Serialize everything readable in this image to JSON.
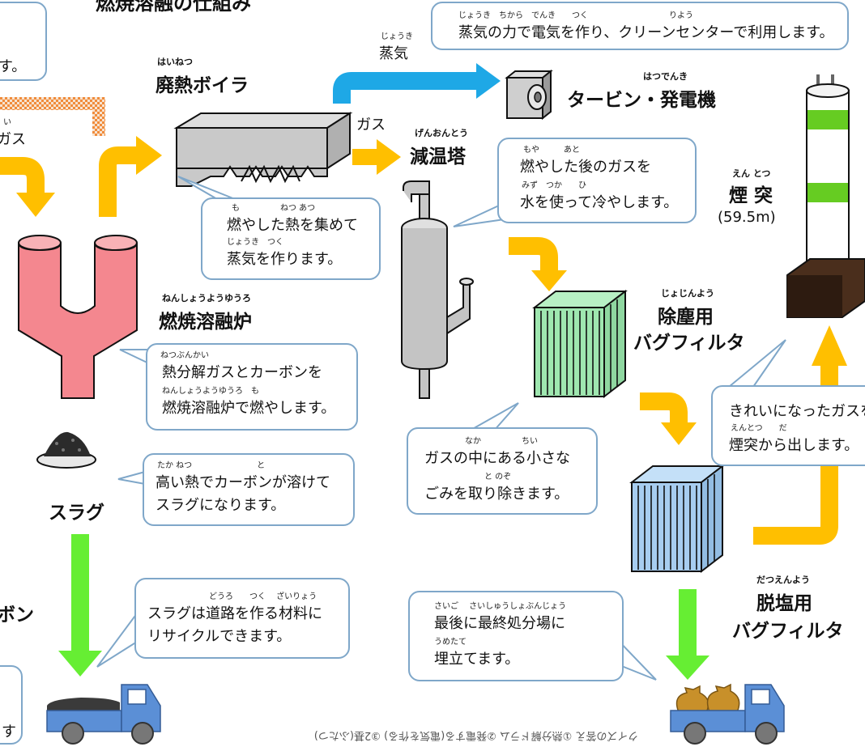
{
  "top_clip": {
    "heading_partial": "燃焼溶融の仕組み",
    "left_box_tail": "す。"
  },
  "left_edge": {
    "ruby": "い",
    "gas_tail": "ガス",
    "carbon_tail": "ボン",
    "bottom_tail": "す"
  },
  "steam": {
    "ruby": "じょうき",
    "label": "蒸気"
  },
  "gas_label": "ガス",
  "turbine_bubble": {
    "ruby": "じょうき　ちから　でんき　　つく　　　　　　　　　　りよう",
    "text": "蒸気の力で電気を作り、クリーンセンターで利用します。"
  },
  "boiler": {
    "ruby": "はいねつ",
    "title": "廃熱ボイラ"
  },
  "turbine": {
    "ruby": "はつでんき",
    "title": "タービン・発電機"
  },
  "cooling_tower": {
    "ruby": "げんおんとう",
    "title": "減温塔"
  },
  "chimney": {
    "ruby": "えん とつ",
    "title": "煙 突",
    "height": "(59.5m)"
  },
  "boiler_bubble": {
    "ruby1": "も　　　　　ねつ あつ",
    "line1": "燃やした熱を集めて",
    "ruby2": "じょうき　つく",
    "line2": "蒸気を作ります。"
  },
  "cooling_bubble": {
    "ruby1": "もや　　　あと",
    "line1": "燃やした後のガスを",
    "ruby2": "みず　つか　　ひ",
    "line2": "水を使って冷やします。"
  },
  "furnace": {
    "ruby": "ねんしょうようゆうろ",
    "title": "燃焼溶融炉"
  },
  "furnace_bubble": {
    "ruby1": "ねつぶんかい",
    "line1": "熱分解ガスとカーボンを",
    "ruby2": "ねんしょうようゆうろ　も",
    "line2": "燃焼溶融炉で燃やします。"
  },
  "dust_filter": {
    "ruby": "じょじんよう",
    "title1": "除塵用",
    "title2": "バグフィルタ"
  },
  "salt_filter": {
    "ruby": "だつえんよう",
    "title1": "脱塩用",
    "title2": "バグフィルタ"
  },
  "clean_gas_bubble": {
    "line1": "きれいになったガスを",
    "ruby2": "えんとつ　　だ",
    "line2": "煙突から出します。"
  },
  "dust_bubble": {
    "ruby1": "なか　　　　　ちい",
    "line1": "ガスの中にある小さな",
    "ruby2": "と のぞ",
    "line2": "ごみを取り除きます。"
  },
  "slag": {
    "title": "スラグ"
  },
  "slag_bubble": {
    "ruby1": "たか ねつ　　　　　　　　と",
    "line1": "高い熱でカーボンが溶けて",
    "line2": "スラグになります。"
  },
  "recycle_bubble": {
    "ruby1": "どうろ　　つく　 ざいりょう",
    "line1": "スラグは道路を作る材料に",
    "line2": "リサイクルできます。"
  },
  "landfill_bubble": {
    "ruby1": "さいご　 さいしゅうしょぶんじょう",
    "line1": "最後に最終処分場に",
    "ruby2": "うめたて",
    "line2": "埋立てます。"
  },
  "footer_mirrored": "クイズの答え ①熱分解ドラム ②発電する(電気を作る) ③2基(ふたつ)",
  "colors": {
    "yellow_arrow": "#ffbf00",
    "blue_arrow": "#1ea8e6",
    "green_arrow": "#66ee33",
    "bubble_border": "#7fa7c9",
    "furnace_pink": "#f4878f",
    "filter_green": "#9fe7b0",
    "filter_blue": "#a7cdf0",
    "chimney_green": "#66cc22",
    "chimney_base": "#4a2e1c",
    "truck_blue": "#5b8fd6",
    "dust_bag": "#c8902a"
  },
  "icons": [
    "boiler-icon",
    "turbine-icon",
    "cooling-tower-icon",
    "chimney-icon",
    "furnace-icon",
    "slag-pile-icon",
    "dust-filter-icon",
    "salt-filter-icon",
    "slag-truck-icon",
    "garbage-truck-icon"
  ]
}
